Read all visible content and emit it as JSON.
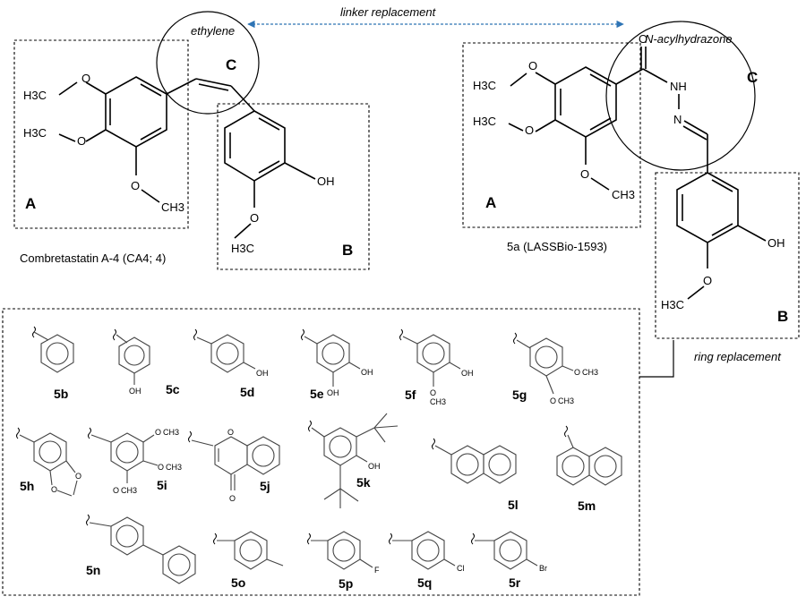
{
  "labels": {
    "ethylene": "ethylene",
    "linker_replacement": "linker replacement",
    "n_acylhydrazone": "N-acylhydrazone",
    "ring_replacement": "ring replacement",
    "region_a": "A",
    "region_b": "B",
    "region_c": "C",
    "ca4_caption": "Combretastatin A-4 (CA4; 4)",
    "lassbio_caption": "5a (LASSBio-1593)"
  },
  "atoms": {
    "h3co": "H3C",
    "o": "O",
    "ch3": "CH3",
    "oh": "OH",
    "nh": "NH",
    "n": "N",
    "f": "F",
    "cl": "Cl",
    "br": "Br"
  },
  "compounds": [
    "5b",
    "5c",
    "5d",
    "5e",
    "5f",
    "5g",
    "5h",
    "5i",
    "5j",
    "5k",
    "5l",
    "5m",
    "5n",
    "5o",
    "5p",
    "5q",
    "5r"
  ],
  "colors": {
    "ink": "#000000",
    "arrow": "#2e74b5"
  }
}
